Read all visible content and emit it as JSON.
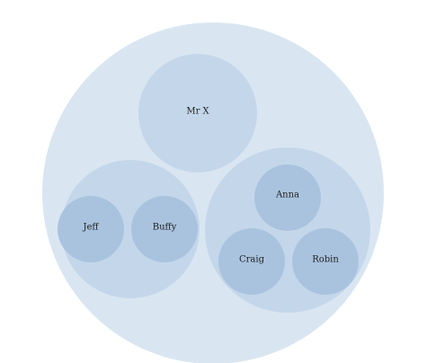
{
  "colors": {
    "background": "#ffffff",
    "outer": "#d9e6f2",
    "group": "#c4d7ea",
    "leaf": "#a9c3df",
    "text": "#1f1f1f"
  },
  "nodes": {
    "mr_x": "Mr X",
    "jeff": "Jeff",
    "buffy": "Buffy",
    "anna": "Anna",
    "craig": "Craig",
    "robin": "Robin"
  }
}
